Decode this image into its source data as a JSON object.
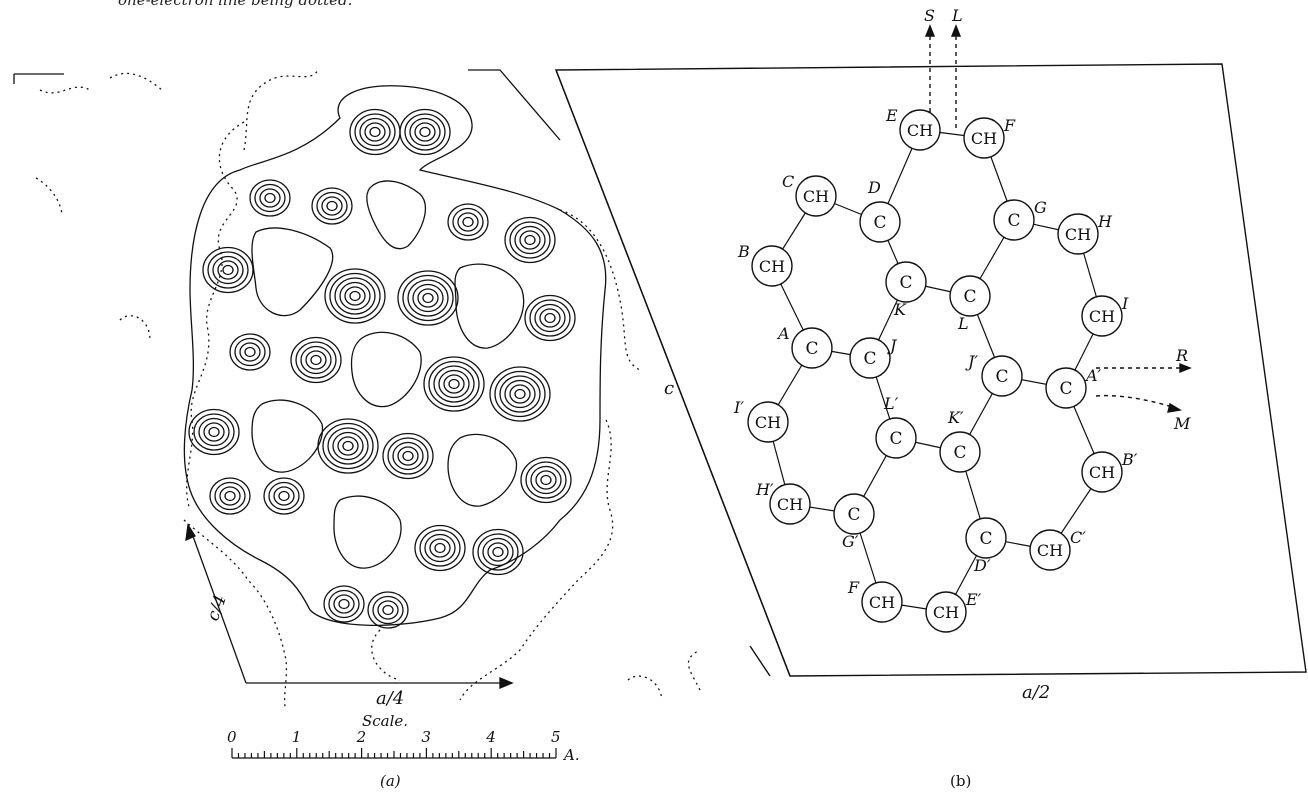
{
  "caption_fragment": "one-electron line being dotted.",
  "panel_a": {
    "label": "(a)",
    "axis_c": "c/4",
    "axis_a": "a/4",
    "scale_title": "Scale.",
    "scale_ticks": [
      "0",
      "1",
      "2",
      "3",
      "4",
      "5"
    ],
    "scale_unit": "A."
  },
  "panel_b": {
    "label": "(b)",
    "axis_c": "c",
    "axis_a": "a/2",
    "direction_labels": [
      "S",
      "L",
      "R",
      "M"
    ],
    "atoms": [
      {
        "id": "E",
        "text": "CH",
        "label": "E"
      },
      {
        "id": "F",
        "text": "CH",
        "label": "F"
      },
      {
        "id": "C",
        "text": "CH",
        "label": "C"
      },
      {
        "id": "D",
        "text": "C",
        "label": "D"
      },
      {
        "id": "G",
        "text": "C",
        "label": "G"
      },
      {
        "id": "H",
        "text": "CH",
        "label": "H"
      },
      {
        "id": "B",
        "text": "CH",
        "label": "B"
      },
      {
        "id": "K",
        "text": "C",
        "label": "K"
      },
      {
        "id": "L",
        "text": "C",
        "label": "L"
      },
      {
        "id": "I",
        "text": "CH",
        "label": "I"
      },
      {
        "id": "A",
        "text": "C",
        "label": "A"
      },
      {
        "id": "J",
        "text": "C",
        "label": "J"
      },
      {
        "id": "J2",
        "text": "C",
        "label": "J′"
      },
      {
        "id": "A2",
        "text": "C",
        "label": "A′"
      },
      {
        "id": "I2",
        "text": "CH",
        "label": "I′"
      },
      {
        "id": "L2",
        "text": "C",
        "label": "L′"
      },
      {
        "id": "K2",
        "text": "C",
        "label": "K′"
      },
      {
        "id": "B2",
        "text": "CH",
        "label": "B′"
      },
      {
        "id": "H2",
        "text": "CH",
        "label": "H′"
      },
      {
        "id": "G2",
        "text": "C",
        "label": "G′"
      },
      {
        "id": "D2",
        "text": "C",
        "label": "D′"
      },
      {
        "id": "C2",
        "text": "CH",
        "label": "C′"
      },
      {
        "id": "F2",
        "text": "CH",
        "label": "F"
      },
      {
        "id": "E2",
        "text": "CH",
        "label": "E′"
      }
    ]
  }
}
